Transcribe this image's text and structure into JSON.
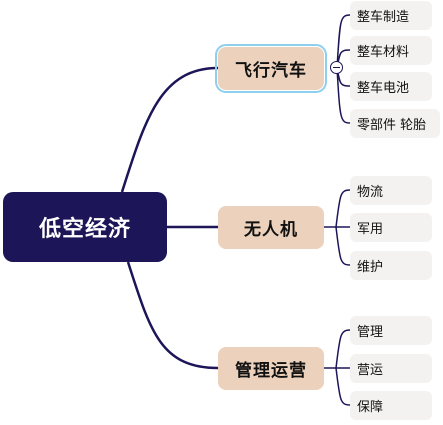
{
  "mindmap": {
    "root": {
      "label": "低空经济"
    },
    "branches": [
      {
        "label": "飞行汽车",
        "selected": true,
        "children": [
          {
            "label": "整车制造"
          },
          {
            "label": "整车材料"
          },
          {
            "label": "整车电池"
          },
          {
            "label": "零部件 轮胎"
          }
        ]
      },
      {
        "label": "无人机",
        "selected": false,
        "children": [
          {
            "label": "物流"
          },
          {
            "label": "军用"
          },
          {
            "label": "维护"
          }
        ]
      },
      {
        "label": "管理运营",
        "selected": false,
        "children": [
          {
            "label": "管理"
          },
          {
            "label": "营运"
          },
          {
            "label": "保障"
          }
        ]
      }
    ]
  },
  "colors": {
    "root_fill": "#1c1557",
    "branch_fill": "#ecd2bc",
    "leaf_fill": "#f4f1f1",
    "connector": "#1c1557",
    "selection_outline": "#8ecfee"
  }
}
